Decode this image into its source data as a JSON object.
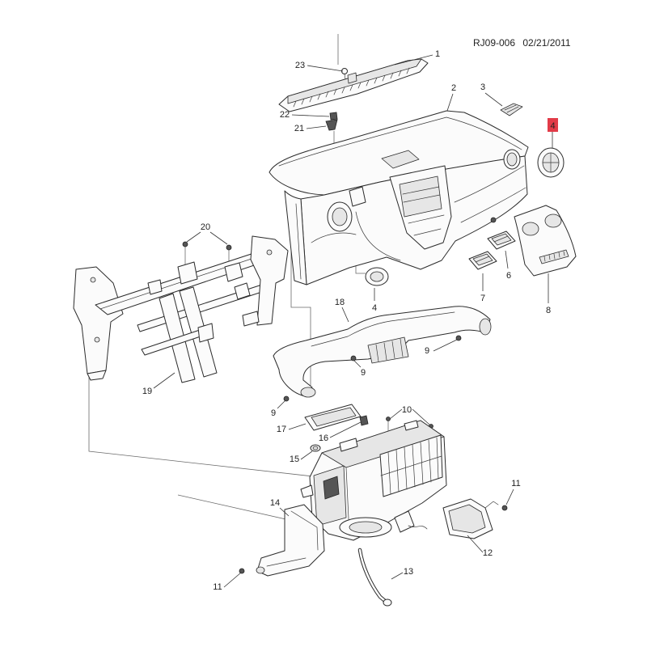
{
  "header": {
    "drawing_id": "RJ09-006",
    "date": "02/21/2011"
  },
  "highlight": {
    "label": "4",
    "color": "#e23b48"
  },
  "callouts": [
    "23",
    "1",
    "2",
    "3",
    "22",
    "21",
    "20",
    "4",
    "7",
    "6",
    "8",
    "18",
    "9",
    "9",
    "19",
    "9",
    "10",
    "17",
    "16",
    "15",
    "11",
    "14",
    "12",
    "13",
    "11"
  ]
}
